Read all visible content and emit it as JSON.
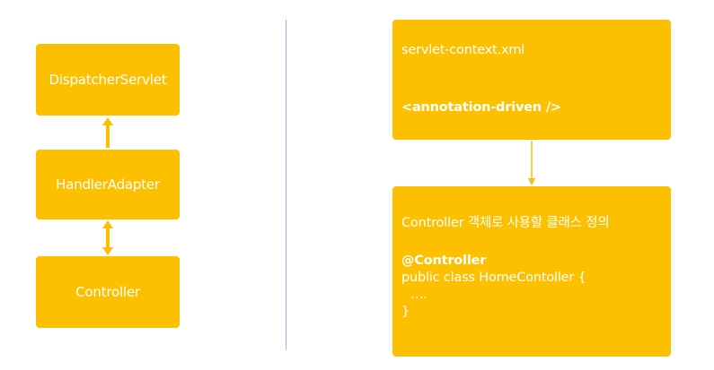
{
  "left_diagram": {
    "dispatcher_label": "DispatcherServlet",
    "adapter_label": "HandlerAdapter",
    "controller_label": "Controller"
  },
  "right_diagram": {
    "context_box": {
      "filename": "servlet-context.xml",
      "directive": "<annotation-driven />"
    },
    "class_box": {
      "description": "Controller 객체로 사용할 클래스 정의",
      "code_annotation": "@Controller",
      "code_declaration": "public class HomeContoller {",
      "code_body": "….",
      "code_close": "}"
    }
  },
  "colors": {
    "box_fill": "#fcc000",
    "text": "#ffffff",
    "divider": "#9ab7d9"
  }
}
